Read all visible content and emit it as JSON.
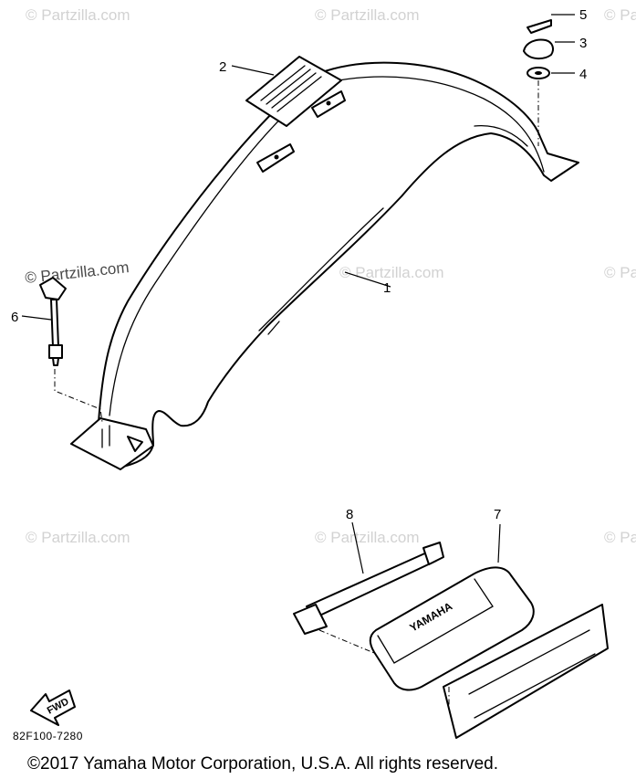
{
  "watermark": "© Partzilla.com",
  "callouts": [
    "1",
    "2",
    "3",
    "4",
    "5",
    "6",
    "7",
    "8"
  ],
  "fwd_label": "FWD",
  "toolbox_text": "YAMAHA",
  "diagram_code": "82F100-7280",
  "copyright": "©2017  Yamaha Motor Corporation, U.S.A. All rights reserved."
}
